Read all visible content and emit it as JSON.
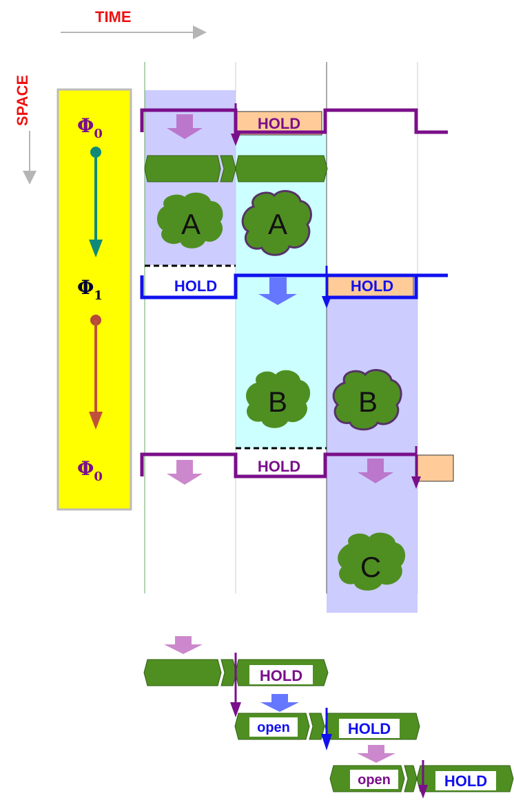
{
  "axes": {
    "time_label": "TIME",
    "space_label": "SPACE"
  },
  "phases": {
    "phi0_top": {
      "symbol": "Φ",
      "sub": "0"
    },
    "phi1": {
      "symbol": "Φ",
      "sub": "1"
    },
    "phi0_bottom": {
      "symbol": "Φ",
      "sub": "0"
    }
  },
  "hold_labels": {
    "top": "HOLD",
    "middle_left": "HOLD",
    "middle_right": "HOLD",
    "bottom": "HOLD"
  },
  "blobs": {
    "a1": "A",
    "a2": "A",
    "b1": "B",
    "b2": "B",
    "c": "C"
  },
  "bottom_pipeline": {
    "row1_right": "HOLD",
    "row2_left": "open",
    "row2_right": "HOLD",
    "row3_left": "open",
    "row3_right": "HOLD"
  },
  "colors": {
    "axis_label": "#ee1111",
    "phi0": "#7a0f8a",
    "phi1": "#1111ee",
    "yellow": "#ffff00",
    "green": "#4f8f22",
    "lavender": "#ccccff",
    "cyan": "#ccffff",
    "peach": "#ffcc99"
  }
}
